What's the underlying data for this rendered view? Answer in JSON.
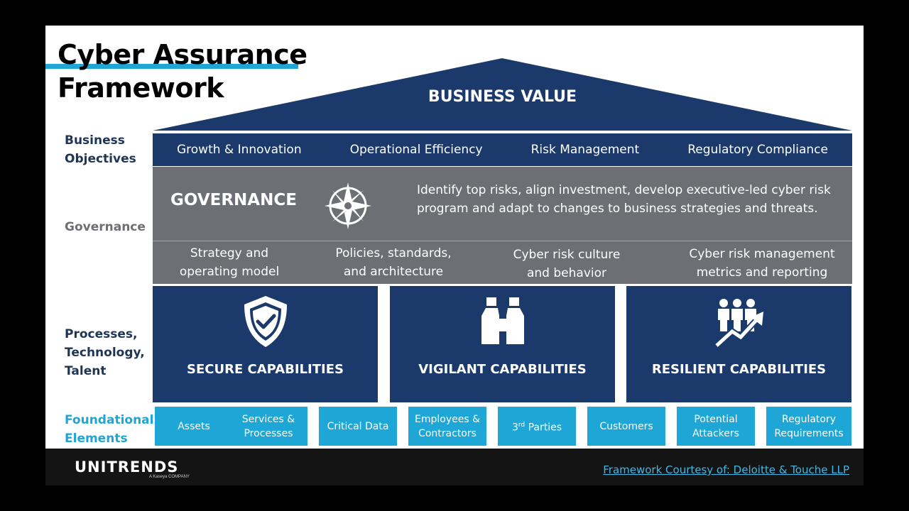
{
  "title": {
    "line1": "Cyber Assurance",
    "line2": "Framework"
  },
  "row_labels": {
    "business_objectives": {
      "line1": "Business",
      "line2": "Objectives"
    },
    "governance": "Governance",
    "processes": {
      "line1": "Processes,",
      "line2": "Technology,",
      "line3": "Talent"
    },
    "foundational": {
      "line1": "Foundational",
      "line2": "Elements"
    }
  },
  "roof": {
    "label": "BUSINESS VALUE"
  },
  "objectives": [
    "Growth & Innovation",
    "Operational Efficiency",
    "Risk Management",
    "Regulatory Compliance"
  ],
  "governance": {
    "title": "GOVERNANCE",
    "description_line1": "Identify top risks, align investment, develop executive-led cyber risk",
    "description_line2": "program and adapt to changes to business strategies and threats.",
    "items": [
      {
        "line1": "Strategy and",
        "line2": "operating model"
      },
      {
        "line1": "Policies, standards,",
        "line2": "and architecture"
      },
      {
        "line1": "Cyber risk culture",
        "line2": "and behavior"
      },
      {
        "line1": "Cyber risk management",
        "line2": "metrics and reporting"
      }
    ]
  },
  "capabilities": [
    {
      "label": "SECURE CAPABILITIES",
      "icon": "shield-check-icon"
    },
    {
      "label": "VIGILANT CAPABILITIES",
      "icon": "binoculars-icon"
    },
    {
      "label": "RESILIENT CAPABILITIES",
      "icon": "people-growth-icon"
    }
  ],
  "foundational": [
    {
      "line1": "Assets",
      "line2": ""
    },
    {
      "line1": "Services &",
      "line2": "Processes"
    },
    {
      "line1": "Critical Data",
      "line2": ""
    },
    {
      "line1": "Employees &",
      "line2": "Contractors"
    },
    {
      "line1": "3",
      "sup": "rd",
      "rest": " Parties"
    },
    {
      "line1": "Customers",
      "line2": ""
    },
    {
      "line1": "Potential",
      "line2": "Attackers"
    },
    {
      "line1": "Regulatory",
      "line2": "Requirements"
    }
  ],
  "footer": {
    "logo": "UNITRENDS",
    "logo_sub": "A Kaseya COMPANY",
    "credit": "Framework Courtesy of: Deloitte & Touche LLP"
  },
  "colors": {
    "navy": "#1b3a6b",
    "gray": "#6d6f74",
    "cyan": "#1ea6d6",
    "footer": "#141414"
  }
}
